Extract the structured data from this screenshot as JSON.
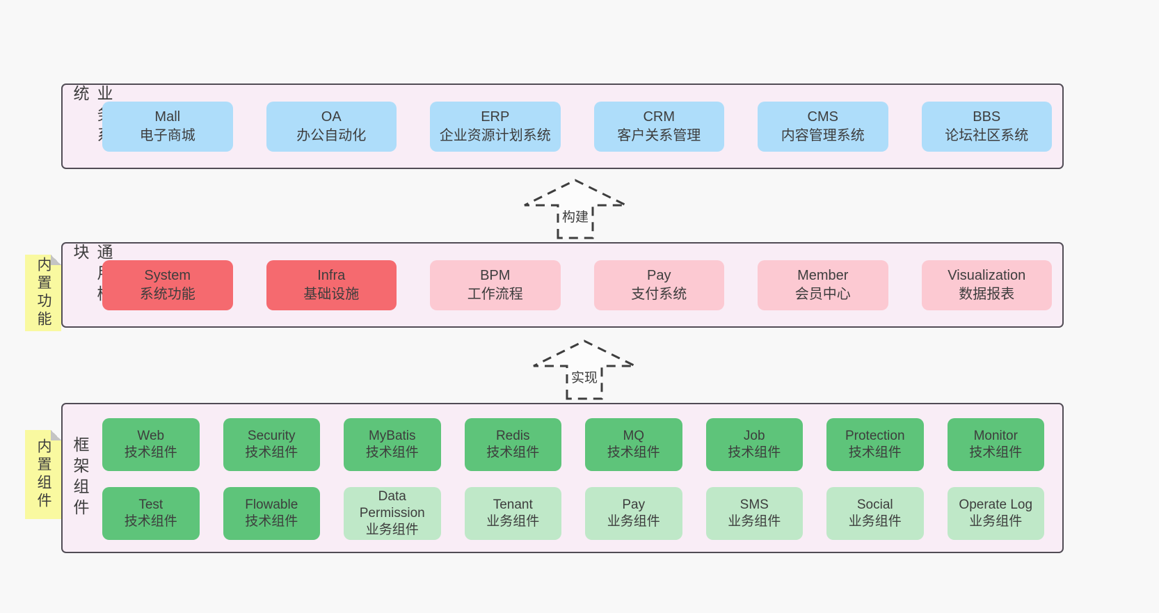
{
  "palette": {
    "page_bg": "#f8f8f8",
    "band_bg": "#f9edf6",
    "band_border": "#514c55",
    "blue_box": "#aeddfa",
    "red_box": "#f56a6f",
    "pink_box": "#fcc9d2",
    "green_box": "#5ec47a",
    "light_green_box": "#bfe8c8",
    "sticky_bg": "#f9f9a0",
    "text": "#3d3d3d"
  },
  "bands": [
    {
      "label": "业务系统",
      "boxes": [
        {
          "name": "Mall",
          "desc": "电子商城",
          "color": "blue"
        },
        {
          "name": "OA",
          "desc": "办公自动化",
          "color": "blue"
        },
        {
          "name": "ERP",
          "desc": "企业资源计划系统",
          "color": "blue"
        },
        {
          "name": "CRM",
          "desc": "客户关系管理",
          "color": "blue"
        },
        {
          "name": "CMS",
          "desc": "内容管理系统",
          "color": "blue"
        },
        {
          "name": "BBS",
          "desc": "论坛社区系统",
          "color": "blue"
        }
      ]
    },
    {
      "label": "通用模块",
      "sticky": "内置功能",
      "boxes": [
        {
          "name": "System",
          "desc": "系统功能",
          "color": "red"
        },
        {
          "name": "Infra",
          "desc": "基础设施",
          "color": "red"
        },
        {
          "name": "BPM",
          "desc": "工作流程",
          "color": "pink"
        },
        {
          "name": "Pay",
          "desc": "支付系统",
          "color": "pink"
        },
        {
          "name": "Member",
          "desc": "会员中心",
          "color": "pink"
        },
        {
          "name": "Visualization",
          "desc": "数据报表",
          "color": "pink"
        }
      ]
    },
    {
      "label": "框架组件",
      "sticky": "内置组件",
      "rows": [
        [
          {
            "name": "Web",
            "desc": "技术组件",
            "color": "green"
          },
          {
            "name": "Security",
            "desc": "技术组件",
            "color": "green"
          },
          {
            "name": "MyBatis",
            "desc": "技术组件",
            "color": "green"
          },
          {
            "name": "Redis",
            "desc": "技术组件",
            "color": "green"
          },
          {
            "name": "MQ",
            "desc": "技术组件",
            "color": "green"
          },
          {
            "name": "Job",
            "desc": "技术组件",
            "color": "green"
          },
          {
            "name": "Protection",
            "desc": "技术组件",
            "color": "green"
          },
          {
            "name": "Monitor",
            "desc": "技术组件",
            "color": "green"
          }
        ],
        [
          {
            "name": "Test",
            "desc": "技术组件",
            "color": "green"
          },
          {
            "name": "Flowable",
            "desc": "技术组件",
            "color": "green"
          },
          {
            "name": "Data Permission",
            "desc": "业务组件",
            "color": "lightgreen"
          },
          {
            "name": "Tenant",
            "desc": "业务组件",
            "color": "lightgreen"
          },
          {
            "name": "Pay",
            "desc": "业务组件",
            "color": "lightgreen"
          },
          {
            "name": "SMS",
            "desc": "业务组件",
            "color": "lightgreen"
          },
          {
            "name": "Social",
            "desc": "业务组件",
            "color": "lightgreen"
          },
          {
            "name": "Operate Log",
            "desc": "业务组件",
            "color": "lightgreen"
          }
        ]
      ]
    }
  ],
  "arrows": [
    {
      "label": "构建"
    },
    {
      "label": "实现"
    }
  ]
}
